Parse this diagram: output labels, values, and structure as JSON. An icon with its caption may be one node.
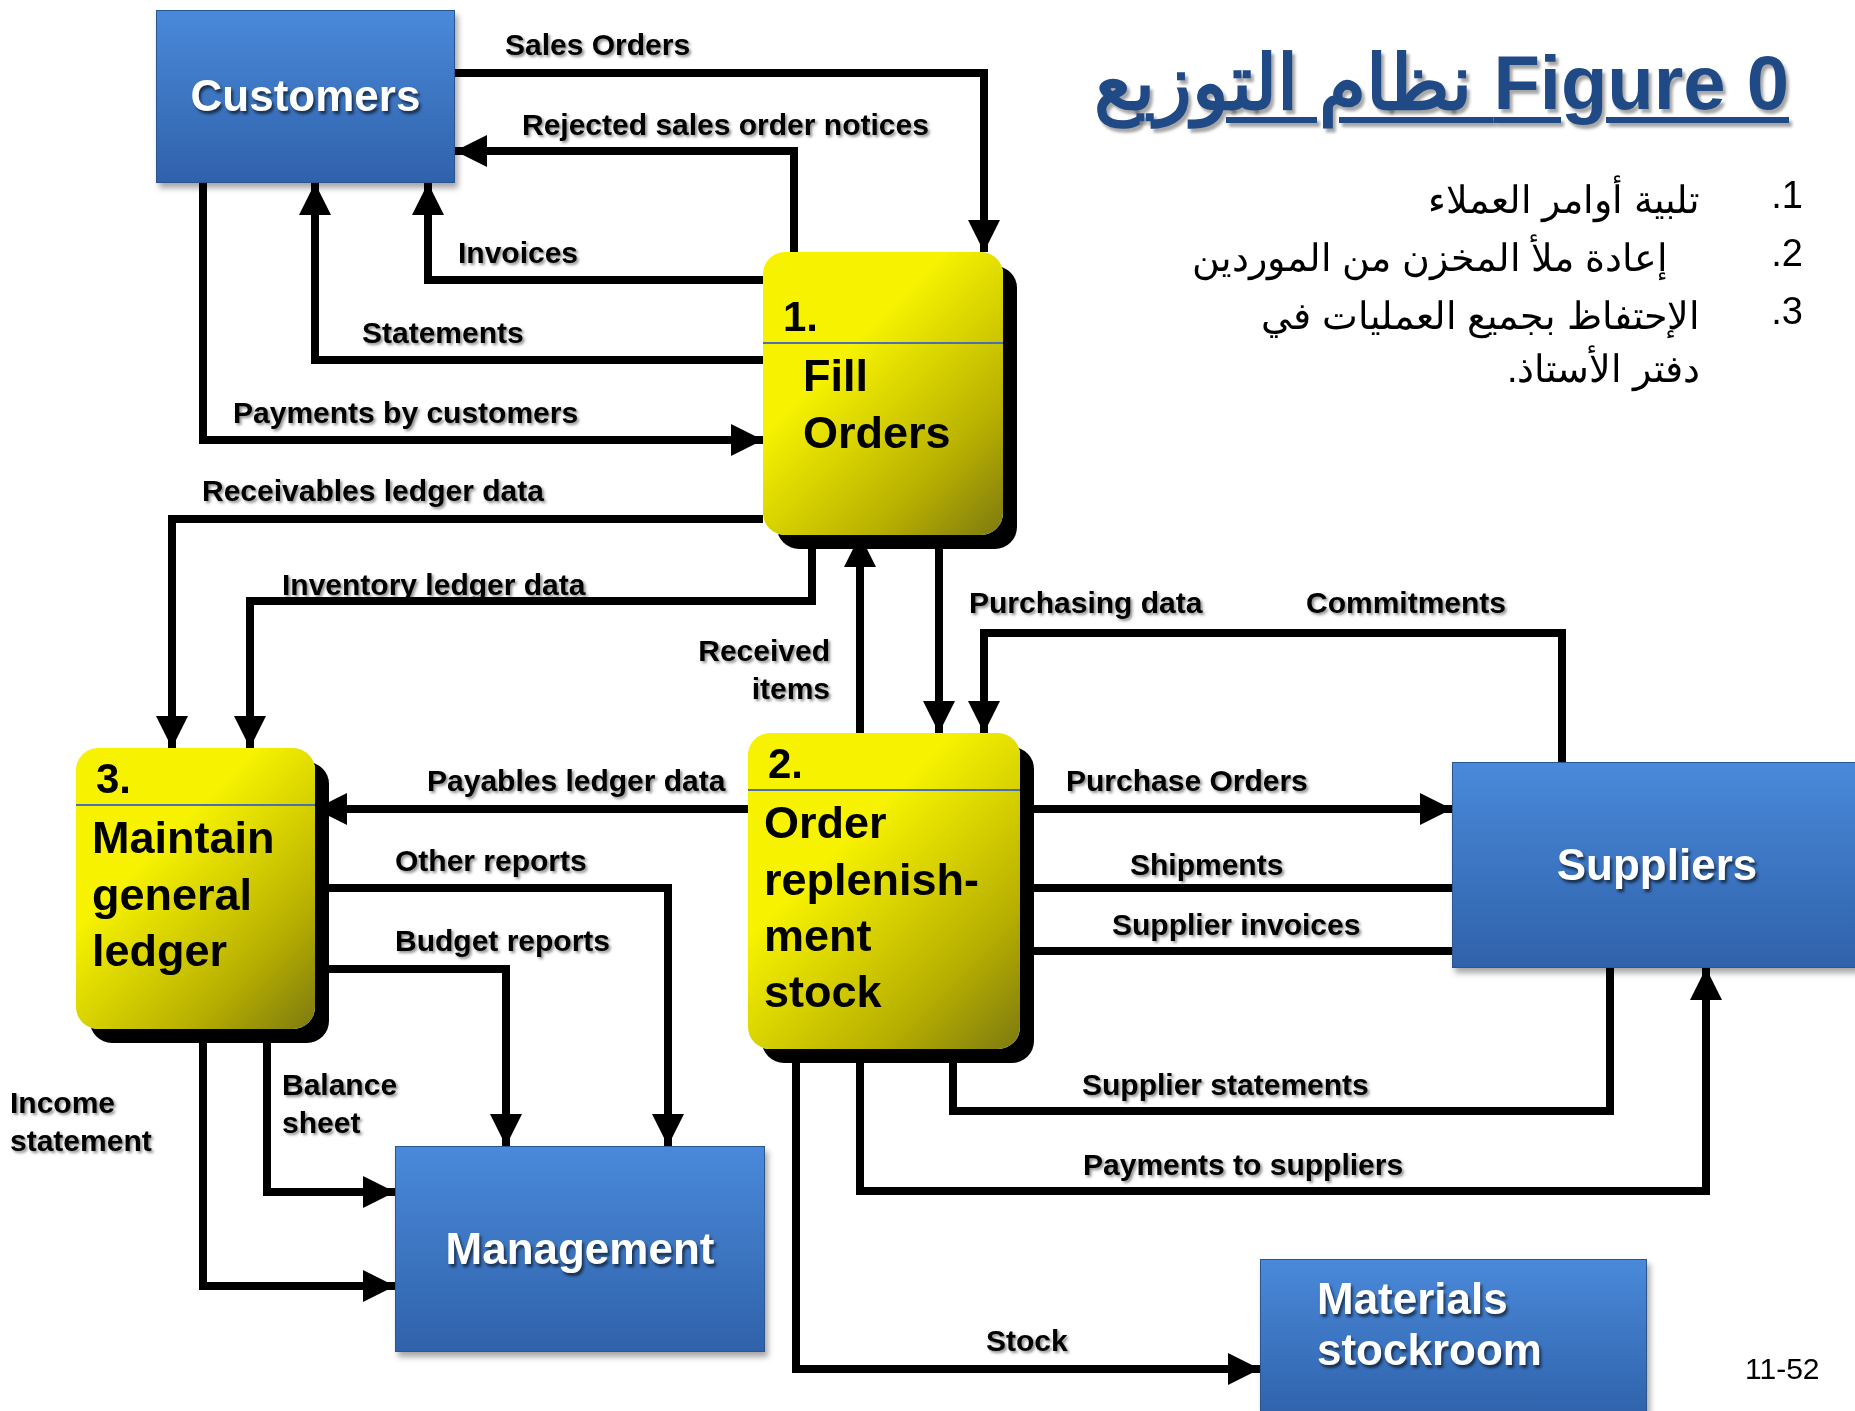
{
  "diagram": {
    "title": "Figure 0 نظام التوزيع",
    "nodes": [
      {
        "text": [
          "Customers"
        ]
      },
      {
        "text": [
          "1.",
          "Fill Orders"
        ]
      },
      {
        "text": [
          "2.",
          "Order replenish-ment stock"
        ]
      },
      {
        "text": [
          "3.",
          "Maintain general ledger"
        ]
      },
      {
        "text": [
          "Suppliers"
        ]
      },
      {
        "text": [
          "Management"
        ]
      },
      {
        "text": [
          "Materials stockroom"
        ]
      }
    ],
    "edges": [
      {
        "from": 0,
        "to": 1,
        "arrow": "to",
        "label": "Sales Orders"
      },
      {
        "from": 1,
        "to": 0,
        "arrow": "to",
        "label": "Rejected sales order notices"
      },
      {
        "from": 1,
        "to": 0,
        "arrow": "to",
        "label": "Invoices"
      },
      {
        "from": 1,
        "to": 0,
        "arrow": "to",
        "label": "Statements"
      },
      {
        "from": 0,
        "to": 1,
        "arrow": "to",
        "label": "Payments by customers"
      },
      {
        "from": 1,
        "to": 3,
        "arrow": "to",
        "label": "Receivables ledger data"
      },
      {
        "from": 1,
        "to": 3,
        "arrow": "to",
        "label": "Inventory ledger data"
      },
      {
        "from": 2,
        "to": 1,
        "arrow": "to",
        "label": "Received items"
      },
      {
        "from": 1,
        "to": 2,
        "arrow": "to",
        "label": "Purchasing data"
      },
      {
        "from": 4,
        "to": 2,
        "arrow": "to",
        "label": "Commitments"
      },
      {
        "from": 2,
        "to": 3,
        "arrow": "to",
        "label": "Payables ledger data"
      },
      {
        "from": 3,
        "to": 5,
        "arrow": "to",
        "label": "Other reports"
      },
      {
        "from": 3,
        "to": 5,
        "arrow": "to",
        "label": "Budget reports"
      },
      {
        "from": 3,
        "to": 5,
        "arrow": "to",
        "label": "Balance sheet"
      },
      {
        "from": 3,
        "to": 5,
        "arrow": "to",
        "label": "Income statement"
      },
      {
        "from": 2,
        "to": 4,
        "arrow": "to",
        "label": "Purchase Orders"
      },
      {
        "from": 4,
        "to": 2,
        "arrow": "none",
        "label": "Shipments"
      },
      {
        "from": 4,
        "to": 2,
        "arrow": "none",
        "label": "Supplier invoices"
      },
      {
        "from": 4,
        "to": 2,
        "arrow": "none",
        "label": "Supplier statements"
      },
      {
        "from": 2,
        "to": 4,
        "arrow": "to",
        "label": "Payments to suppliers"
      },
      {
        "from": 2,
        "to": 6,
        "arrow": "to",
        "label": "Stock"
      }
    ],
    "labels": [
      "1.",
      "تلبية أوامر العملاء",
      "2.",
      "إعادة ملأ المخزن من الموردين",
      "3.",
      "الإحتفاظ  بجميع العمليات في دفتر الأستاذ.",
      "11-52"
    ]
  }
}
